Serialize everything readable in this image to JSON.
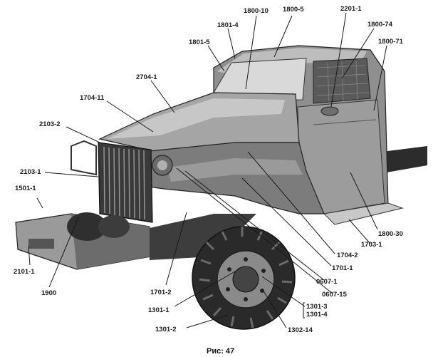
{
  "figure": {
    "caption": "Рис: 47",
    "labels": {
      "l1800_10": "1800-10",
      "l1800_5": "1800-5",
      "l2201_1": "2201-1",
      "l1801_4": "1801-4",
      "l1800_74": "1800-74",
      "l1801_5": "1801-5",
      "l1800_71": "1800-71",
      "l2704_1": "2704-1",
      "l1704_11": "1704-11",
      "l2103_2": "2103-2",
      "l2103_1": "2103-1",
      "l1501_1": "1501-1",
      "l2101_1": "2101-1",
      "l1900": "1900",
      "l1701_2": "1701-2",
      "l1301_1": "1301-1",
      "l1301_2": "1301-2",
      "l1302_14": "1302-14",
      "l1301_3": "1301-3",
      "l1301_4": "1301-4",
      "l0607_15": "0607-15",
      "l0607_1": "0607-1",
      "l1701_1": "1701-1",
      "l1704_2": "1704-2",
      "l1703_1": "1703-1",
      "l1800_30": "1800-30"
    }
  }
}
